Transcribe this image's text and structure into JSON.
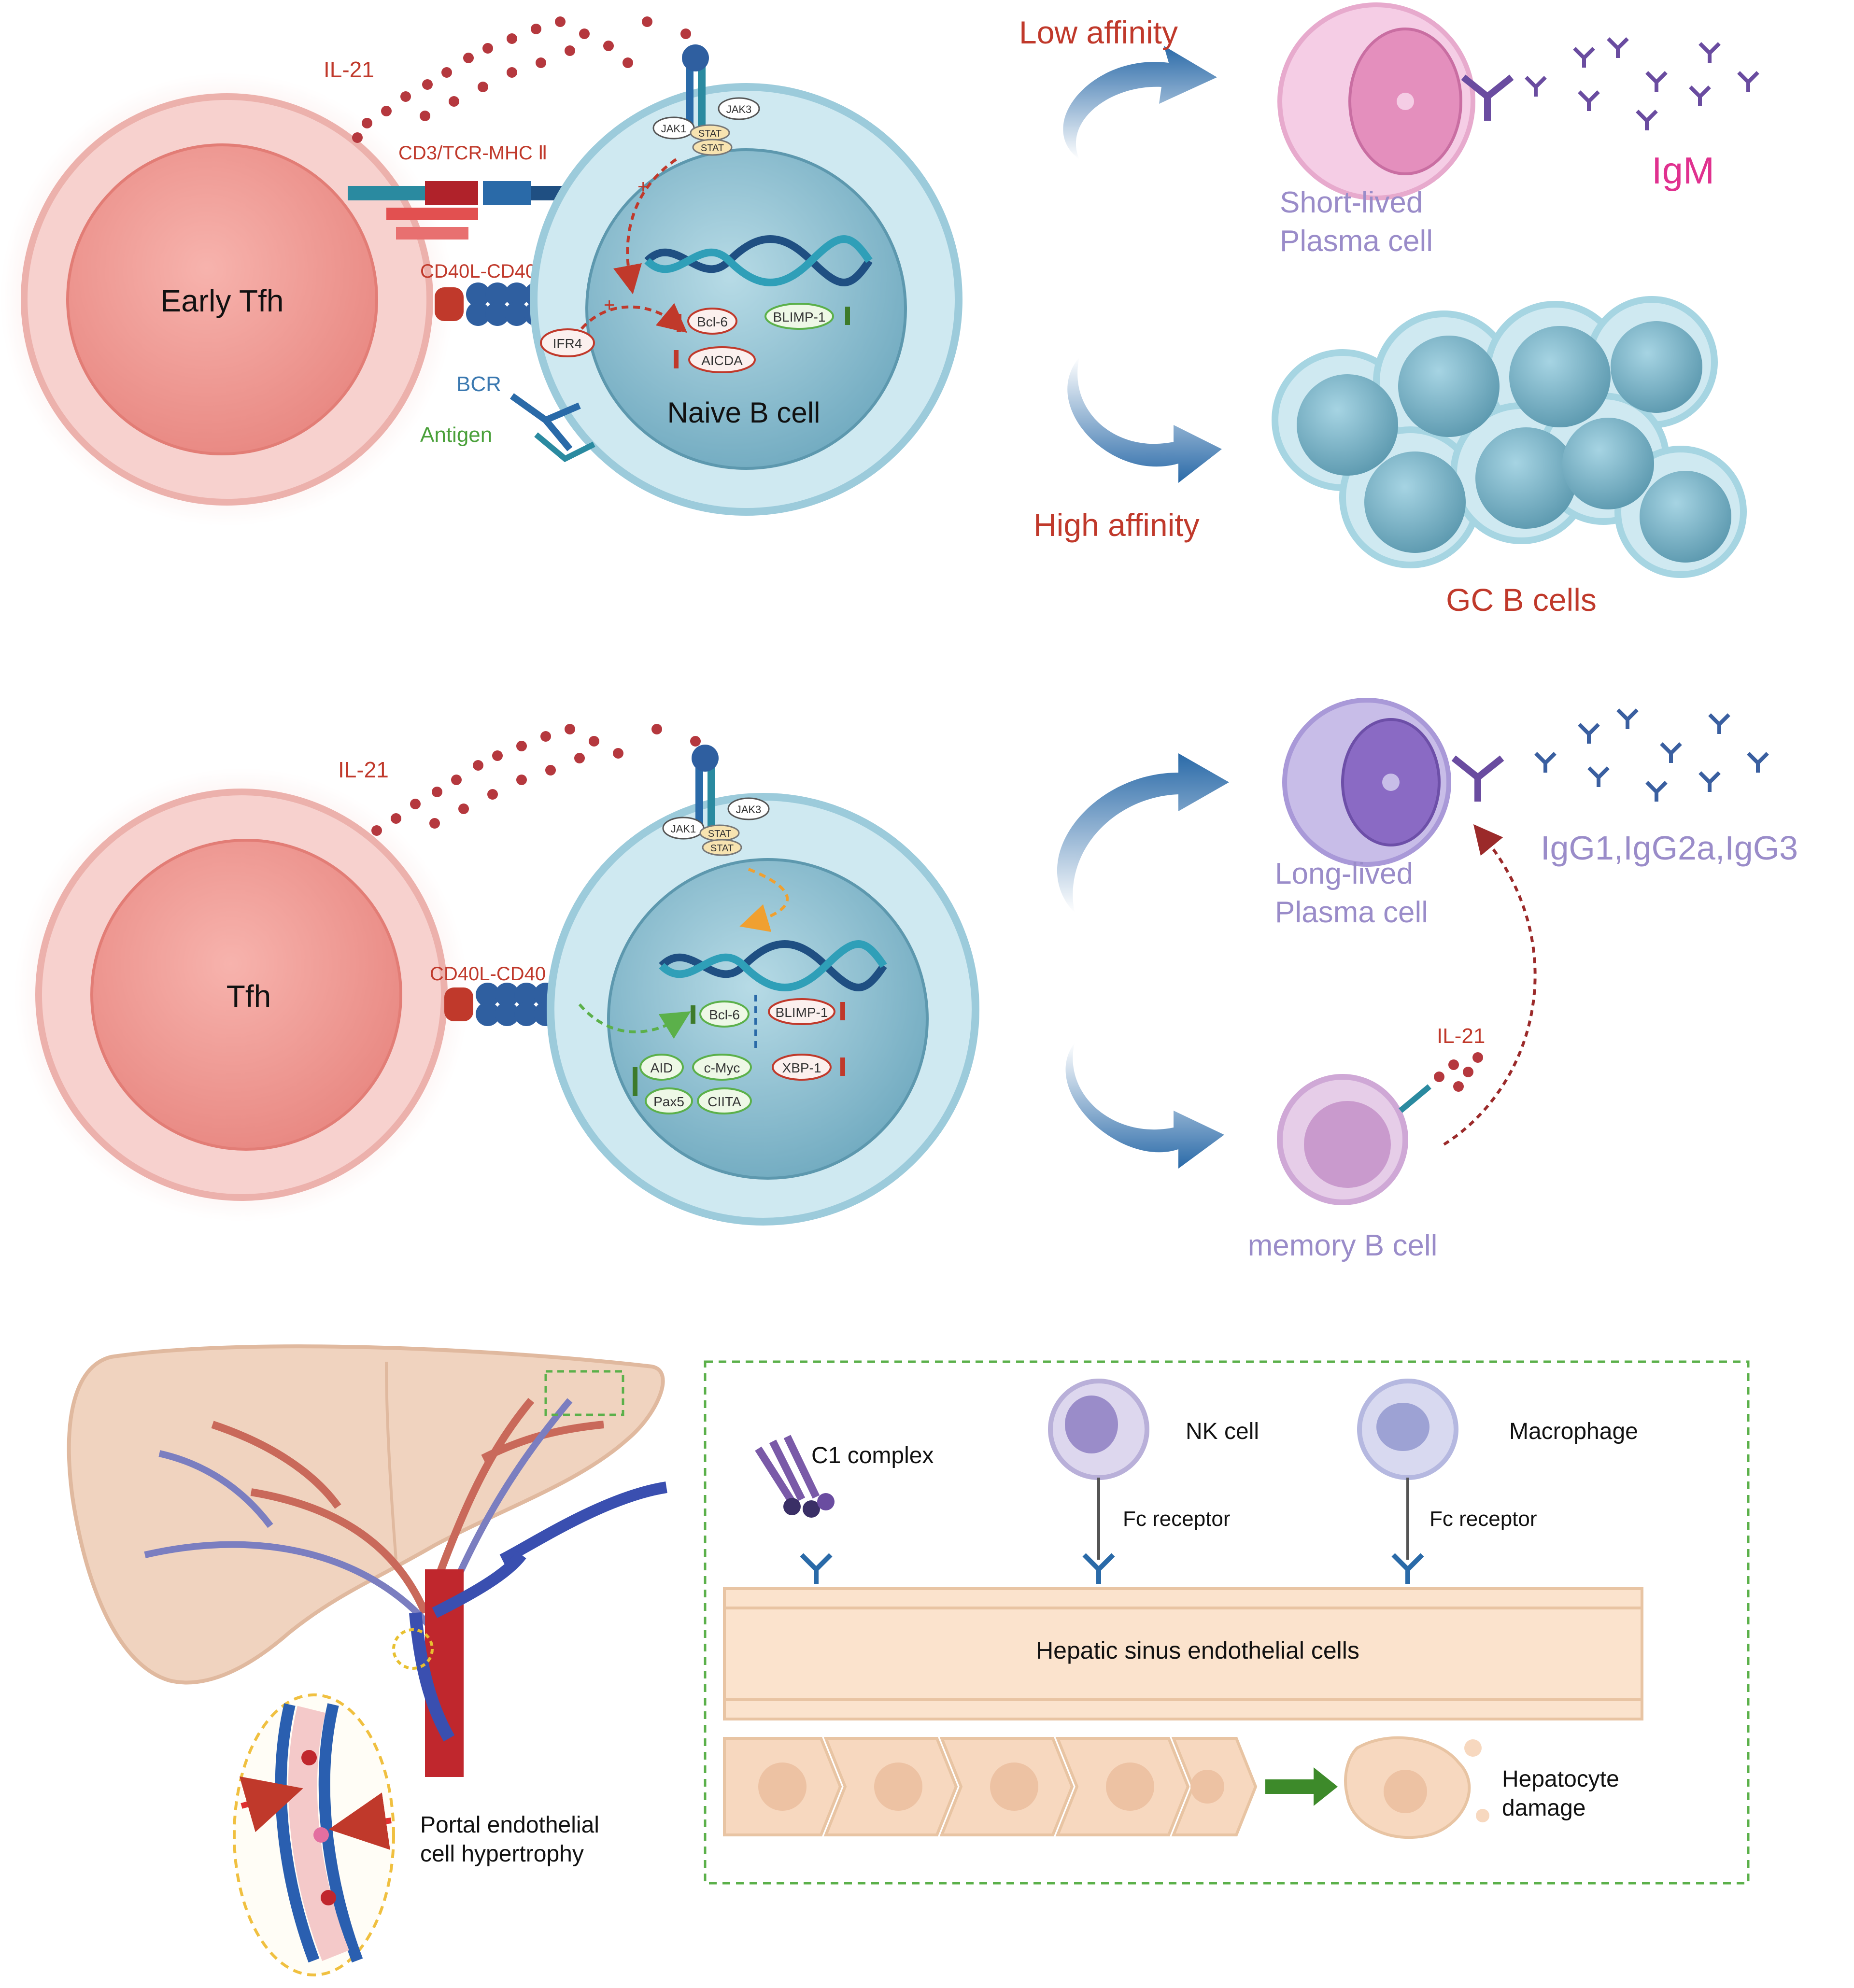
{
  "panel_a": {
    "il21": "IL-21",
    "cd3_tcr_mhc": "CD3/TCR-MHC Ⅱ",
    "cd40l_cd40": "CD40L-CD40",
    "early_tfh": "Early Tfh",
    "naive_b_cell": "Naive B cell",
    "bcr": "BCR",
    "antigen": "Antigen",
    "ifr4": "IFR4",
    "bcl6": "Bcl-6",
    "blimp1": "BLIMP-1",
    "aicda": "AICDA",
    "jak1": "JAK1",
    "jak3": "JAK3",
    "stat_a": "STAT",
    "stat_b": "STAT",
    "plus_1": "+",
    "plus_2": "+",
    "low_affinity": "Low affinity",
    "high_affinity": "High affinity",
    "short_lived_1": "Short-lived",
    "short_lived_2": "Plasma cell",
    "igm": "IgM",
    "gc_b_cells": "GC B cells"
  },
  "panel_b": {
    "il21": "IL-21",
    "cd40l_cd40": "CD40L-CD40",
    "tfh": "Tfh",
    "bcl6": "Bcl-6",
    "blimp1": "BLIMP-1",
    "aid": "AID",
    "cmyc": "c-Myc",
    "xbp1": "XBP-1",
    "pax5": "Pax5",
    "ciita": "CIITA",
    "jak1": "JAK1",
    "jak3": "JAK3",
    "stat_a": "STAT",
    "stat_b": "STAT",
    "long_lived_1": "Long-lived",
    "long_lived_2": "Plasma cell",
    "igg": "IgG1,IgG2a,IgG3",
    "memory_il21": "IL-21",
    "memory_b_cell": "memory B cell"
  },
  "panel_c": {
    "c1_complex": "C1 complex",
    "nk_cell": "NK cell",
    "macrophage": "Macrophage",
    "fc_receptor_1": "Fc receptor",
    "fc_receptor_2": "Fc receptor",
    "hepatic_sinus": "Hepatic sinus endothelial cells",
    "hepatocyte_damage_1": "Hepatocyte",
    "hepatocyte_damage_2": "damage",
    "portal_1": "Portal  endothelial",
    "portal_2": "cell hypertrophy"
  },
  "colors": {
    "red_label": "#c0392b",
    "blue_label": "#3a78b0",
    "green_label": "#4aa03a",
    "purple_label": "#9a8cc9",
    "magenta": "#e0318f",
    "tfh_pink": "#f2b4b0",
    "bcell_blue": "#bfe0ea",
    "arrow_blue": "#2a6aa8",
    "dash_green": "#5bb04a"
  }
}
